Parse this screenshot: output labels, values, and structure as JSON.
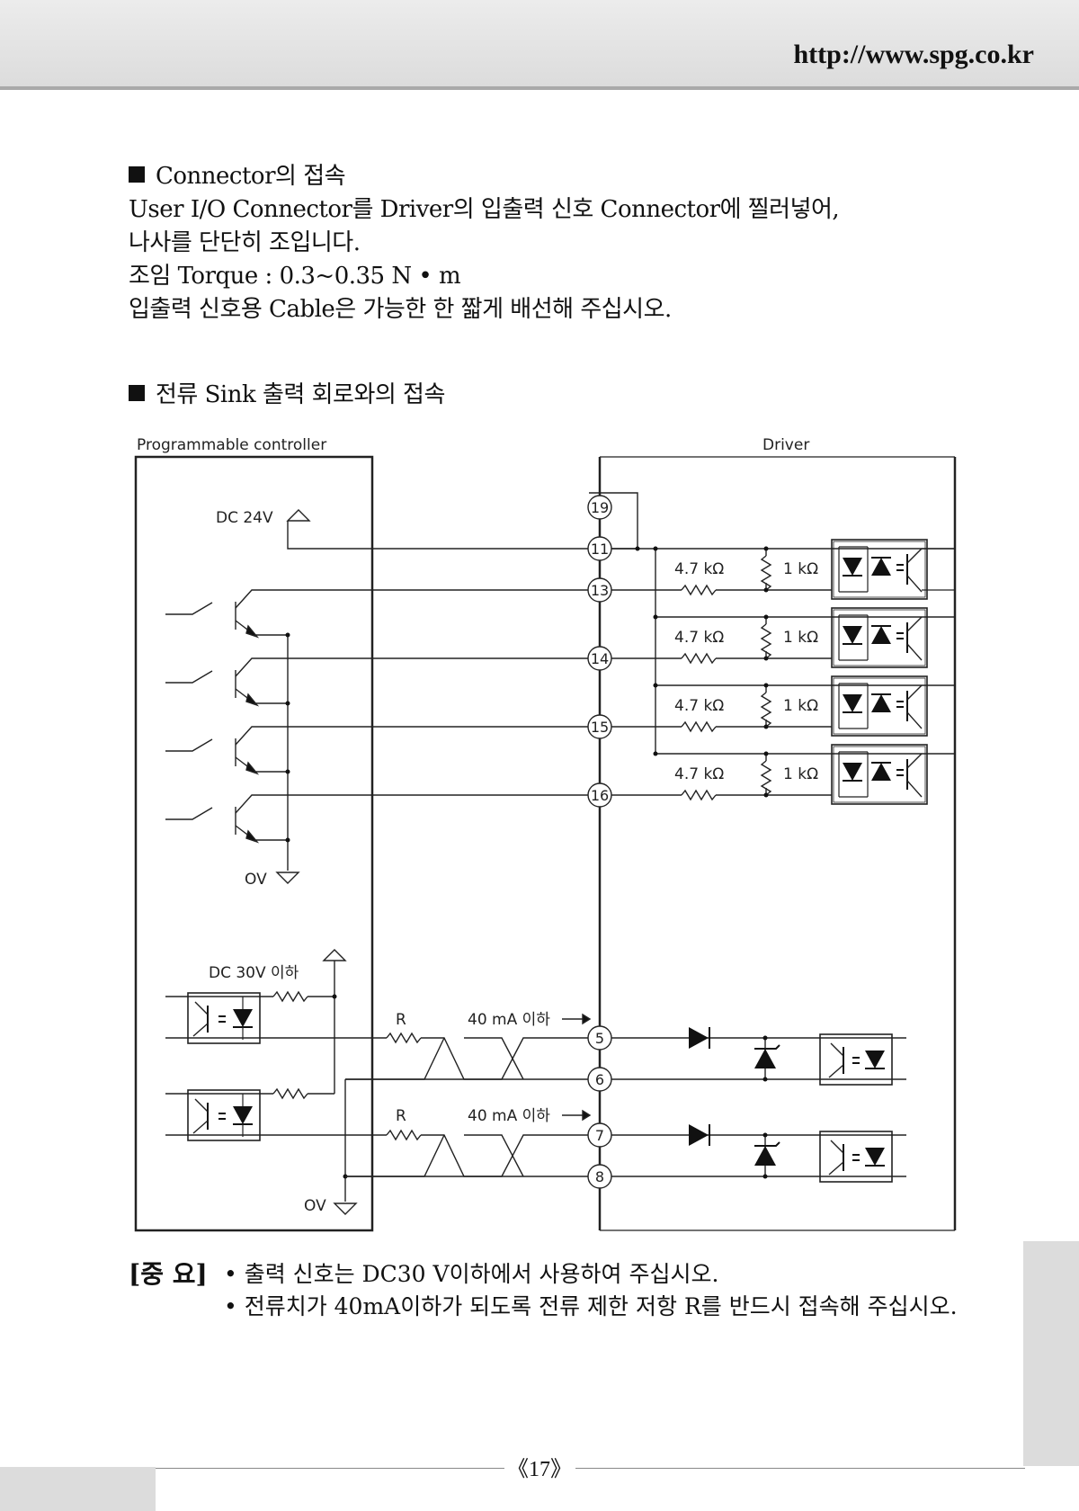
{
  "header": {
    "url": "http://www.spg.co.kr"
  },
  "section1": {
    "heading": "Connector의 접속",
    "lines": [
      "User I/O Connector를 Driver의 입출력 신호 Connector에 찔러넣어,",
      "나사를 단단히 조입니다.",
      "조임 Torque : 0.3~0.35 N • m",
      "입출력 신호용 Cable은 가능한 한 짧게 배선해 주십시오."
    ]
  },
  "section2": {
    "heading": "전류 Sink  출력 회로와의 접속"
  },
  "diagram": {
    "controller_label": "Programmable controller",
    "driver_label": "Driver",
    "dc24v": "DC 24V",
    "ov_top": "OV",
    "dc30v": "DC 30V 이하",
    "ov_bottom": "OV",
    "resistor_47k": "4.7 kΩ",
    "resistor_1k": "1 kΩ",
    "resistor_r": "R",
    "current_note": "40 mA 이하",
    "pins": [
      "19",
      "11",
      "13",
      "14",
      "15",
      "16",
      "5",
      "6",
      "7",
      "8"
    ]
  },
  "notes": {
    "title": "[중 요]",
    "items": [
      "• 출력 신호는 DC30 V이하에서 사용하여 주십시오.",
      "• 전류치가 40mA이하가 되도록 전류 제한 저항 R를 반드시 접속해 주십시오."
    ]
  },
  "footer": {
    "page": "《17》"
  }
}
